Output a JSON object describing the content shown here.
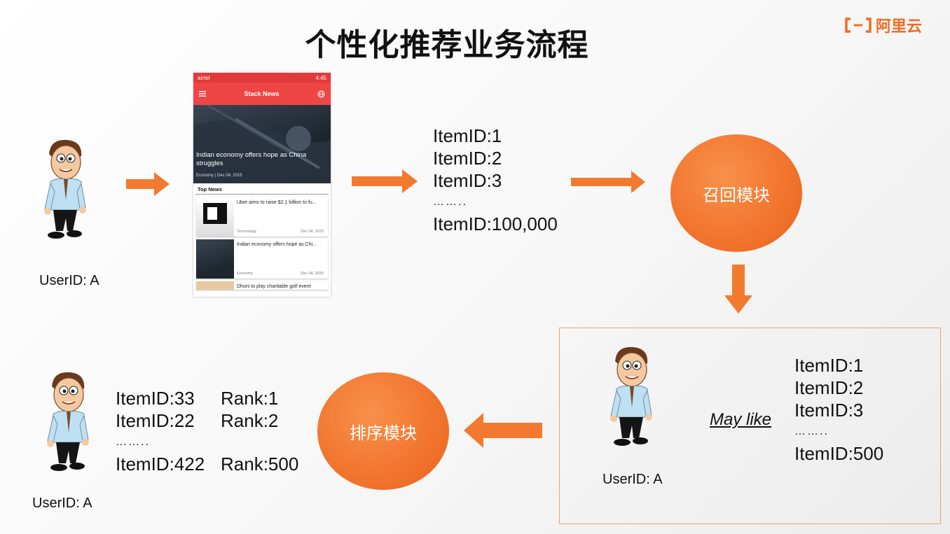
{
  "title": "个性化推荐业务流程",
  "logo": {
    "text": "阿里云",
    "mark_icon": "aliyun-logo-icon"
  },
  "colors": {
    "accent": "#f2762f",
    "arrow": "#f27a30",
    "box_border": "#f0a070"
  },
  "user": {
    "label": "UserID: A"
  },
  "phone": {
    "carrier": "airtel",
    "time": "4:45",
    "app_title": "Stack News",
    "hero_headline": "Indian economy offers hope as China struggles",
    "hero_meta": "Economy | Dec 04, 2015",
    "section": "Top News",
    "cards": [
      {
        "headline": "Uber aims to raise $2.1 billion to fu...",
        "category": "Technology",
        "date": "Dec 04, 2015"
      },
      {
        "headline": "Indian economy offers hope as Chi...",
        "category": "Economy",
        "date": "Dec 04, 2015"
      },
      {
        "headline": "Dhoni to play charitable golf event",
        "category": "",
        "date": ""
      }
    ]
  },
  "candidates": {
    "items": [
      "ItemID:1",
      "ItemID:2",
      "ItemID:3"
    ],
    "dots": "……..",
    "last": "ItemID:100,000"
  },
  "recall_module": "召回模块",
  "result": {
    "user_label": "UserID: A",
    "may_like": "May like",
    "items": [
      "ItemID:1",
      "ItemID:2",
      "ItemID:3"
    ],
    "dots": "……..",
    "last": "ItemID:500"
  },
  "rank_module": "排序模块",
  "ranked": {
    "user_label": "UserID: A",
    "rows": [
      {
        "item": "ItemID:33",
        "rank": "Rank:1"
      },
      {
        "item": "ItemID:22",
        "rank": "Rank:2"
      }
    ],
    "dots": "……..",
    "last": {
      "item": "ItemID:422",
      "rank": "Rank:500"
    }
  }
}
